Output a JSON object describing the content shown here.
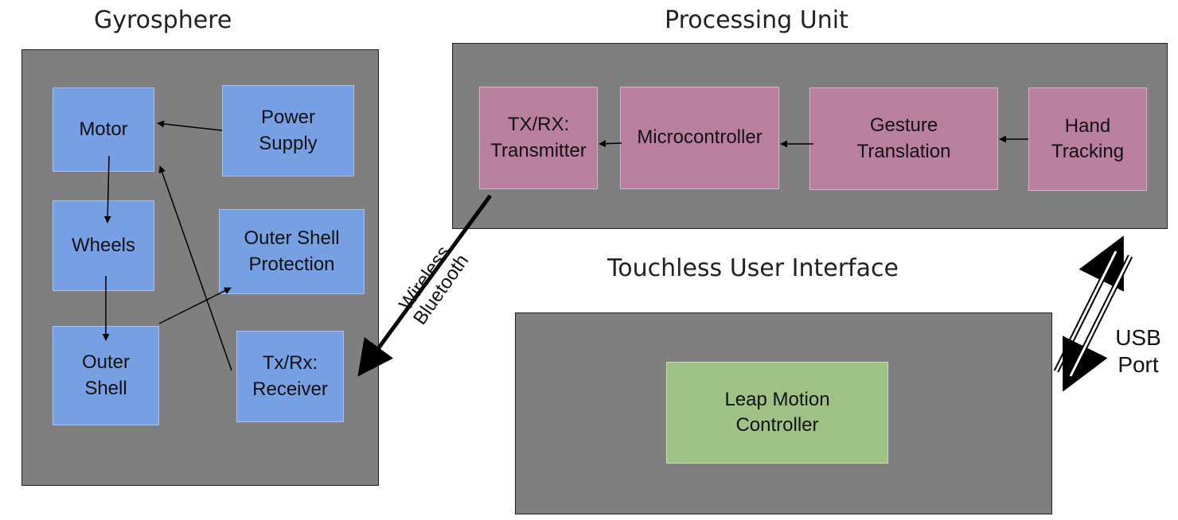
{
  "titles": {
    "gyrosphere": "Gyrosphere",
    "processing": "Processing Unit",
    "touchless": "Touchless User Interface"
  },
  "gyrosphere": {
    "motor": "Motor",
    "power_supply": "Power\nSupply",
    "wheels": "Wheels",
    "outer_shell_protection": "Outer Shell\nProtection",
    "outer_shell": "Outer\nShell",
    "receiver": "Tx/Rx:\nReceiver"
  },
  "processing": {
    "transmitter": "TX/RX:\nTransmitter",
    "microcontroller": "Microcontroller",
    "gesture_translation": "Gesture\nTranslation",
    "hand_tracking": "Hand\nTracking"
  },
  "touchless": {
    "leap_motion": "Leap Motion\nController"
  },
  "links": {
    "wireless": "Wireless\nBluetooth",
    "usb": "USB\nPort"
  },
  "colors": {
    "panel": "#7f7f7f",
    "gyro_block": "#779fe3",
    "processing_block": "#b87f9f",
    "leap_block": "#9ec285"
  }
}
